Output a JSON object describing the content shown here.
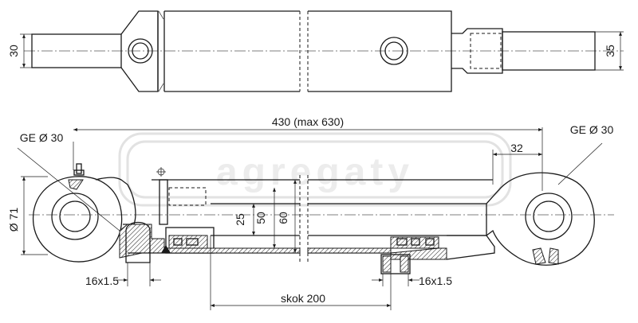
{
  "watermark": {
    "text": "agregaty"
  },
  "top_view": {
    "dims": {
      "left_width": "30",
      "right_width": "35"
    }
  },
  "side_view": {
    "dims": {
      "overall_length": "430 (max 630)",
      "left_joint": "GE Ø 30",
      "right_joint": "GE Ø 30",
      "eye_offset": "32",
      "eye_outer_diameter": "Ø 71",
      "rod_diameter": "25",
      "bore_diameter": "50",
      "tube_outer_diameter": "60",
      "left_port_thread": "16x1.5",
      "right_port_thread": "16x1.5",
      "stroke": "skok 200"
    }
  }
}
